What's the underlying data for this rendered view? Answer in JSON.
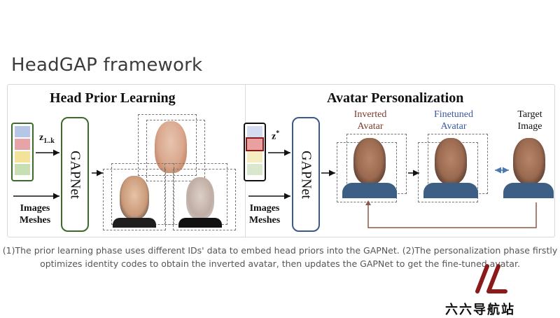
{
  "page": {
    "title": "HeadGAP framework"
  },
  "figure": {
    "left_panel": {
      "title": "Head Prior Learning",
      "code_label": "z",
      "code_sub": "1..k",
      "gapnet_label": "GAPNet",
      "inputs_line1": "Images",
      "inputs_line2": "Meshes"
    },
    "right_panel": {
      "title": "Avatar Personalization",
      "code_label": "z",
      "code_sup": "*",
      "gapnet_label": "GAPNet",
      "inputs_line1": "Images",
      "inputs_line2": "Meshes",
      "inverted_line1": "Inverted",
      "inverted_line2": "Avatar",
      "finetuned_line1": "Finetuned",
      "finetuned_line2": "Avatar",
      "target_line1": "Target",
      "target_line2": "Image"
    },
    "colors": {
      "green_border": "#3b6b2a",
      "blue_border": "#3a5a8c",
      "inverted_text": "#7b3a2a",
      "finetuned_text": "#3a5a9c",
      "feedback_arrow": "#8a5a4a",
      "double_arrow": "#4a7ab0",
      "code_cells": [
        "#b7c6e6",
        "#e6a3a8",
        "#f2e29a",
        "#c8dfb4"
      ],
      "code_cells_right": [
        "#d4dcf0",
        "#e8a0a0",
        "#f5ecc0",
        "#d9e8cc"
      ]
    }
  },
  "caption": {
    "line1": "(1)The prior learning phase uses different IDs' data to embed head priors into the GAPNet. (2)The personalization phase firstly",
    "line2": "optimizes identity codes to obtain the inverted avatar, then updates the GAPNet to get the fine-tuned avatar."
  },
  "watermark": {
    "text": "六六导航站",
    "logo": "LL"
  }
}
